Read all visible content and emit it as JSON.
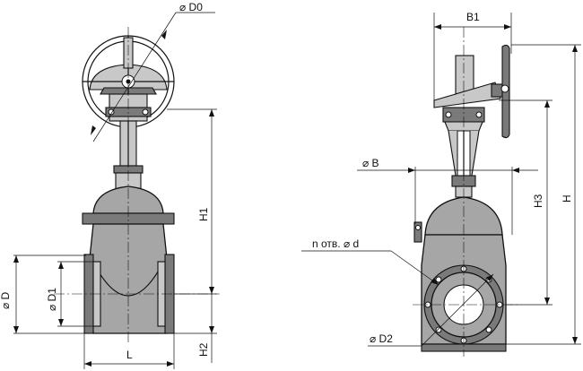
{
  "dimensions": {
    "D0": "⌀ D0",
    "D": "⌀ D",
    "D1": "⌀ D1",
    "H1": "H1",
    "H2": "H2",
    "L": "L",
    "B1": "B1",
    "B": "⌀ B",
    "H3": "H3",
    "H": "H",
    "holes": "n отв. ⌀ d",
    "D2": "⌀ D2"
  }
}
